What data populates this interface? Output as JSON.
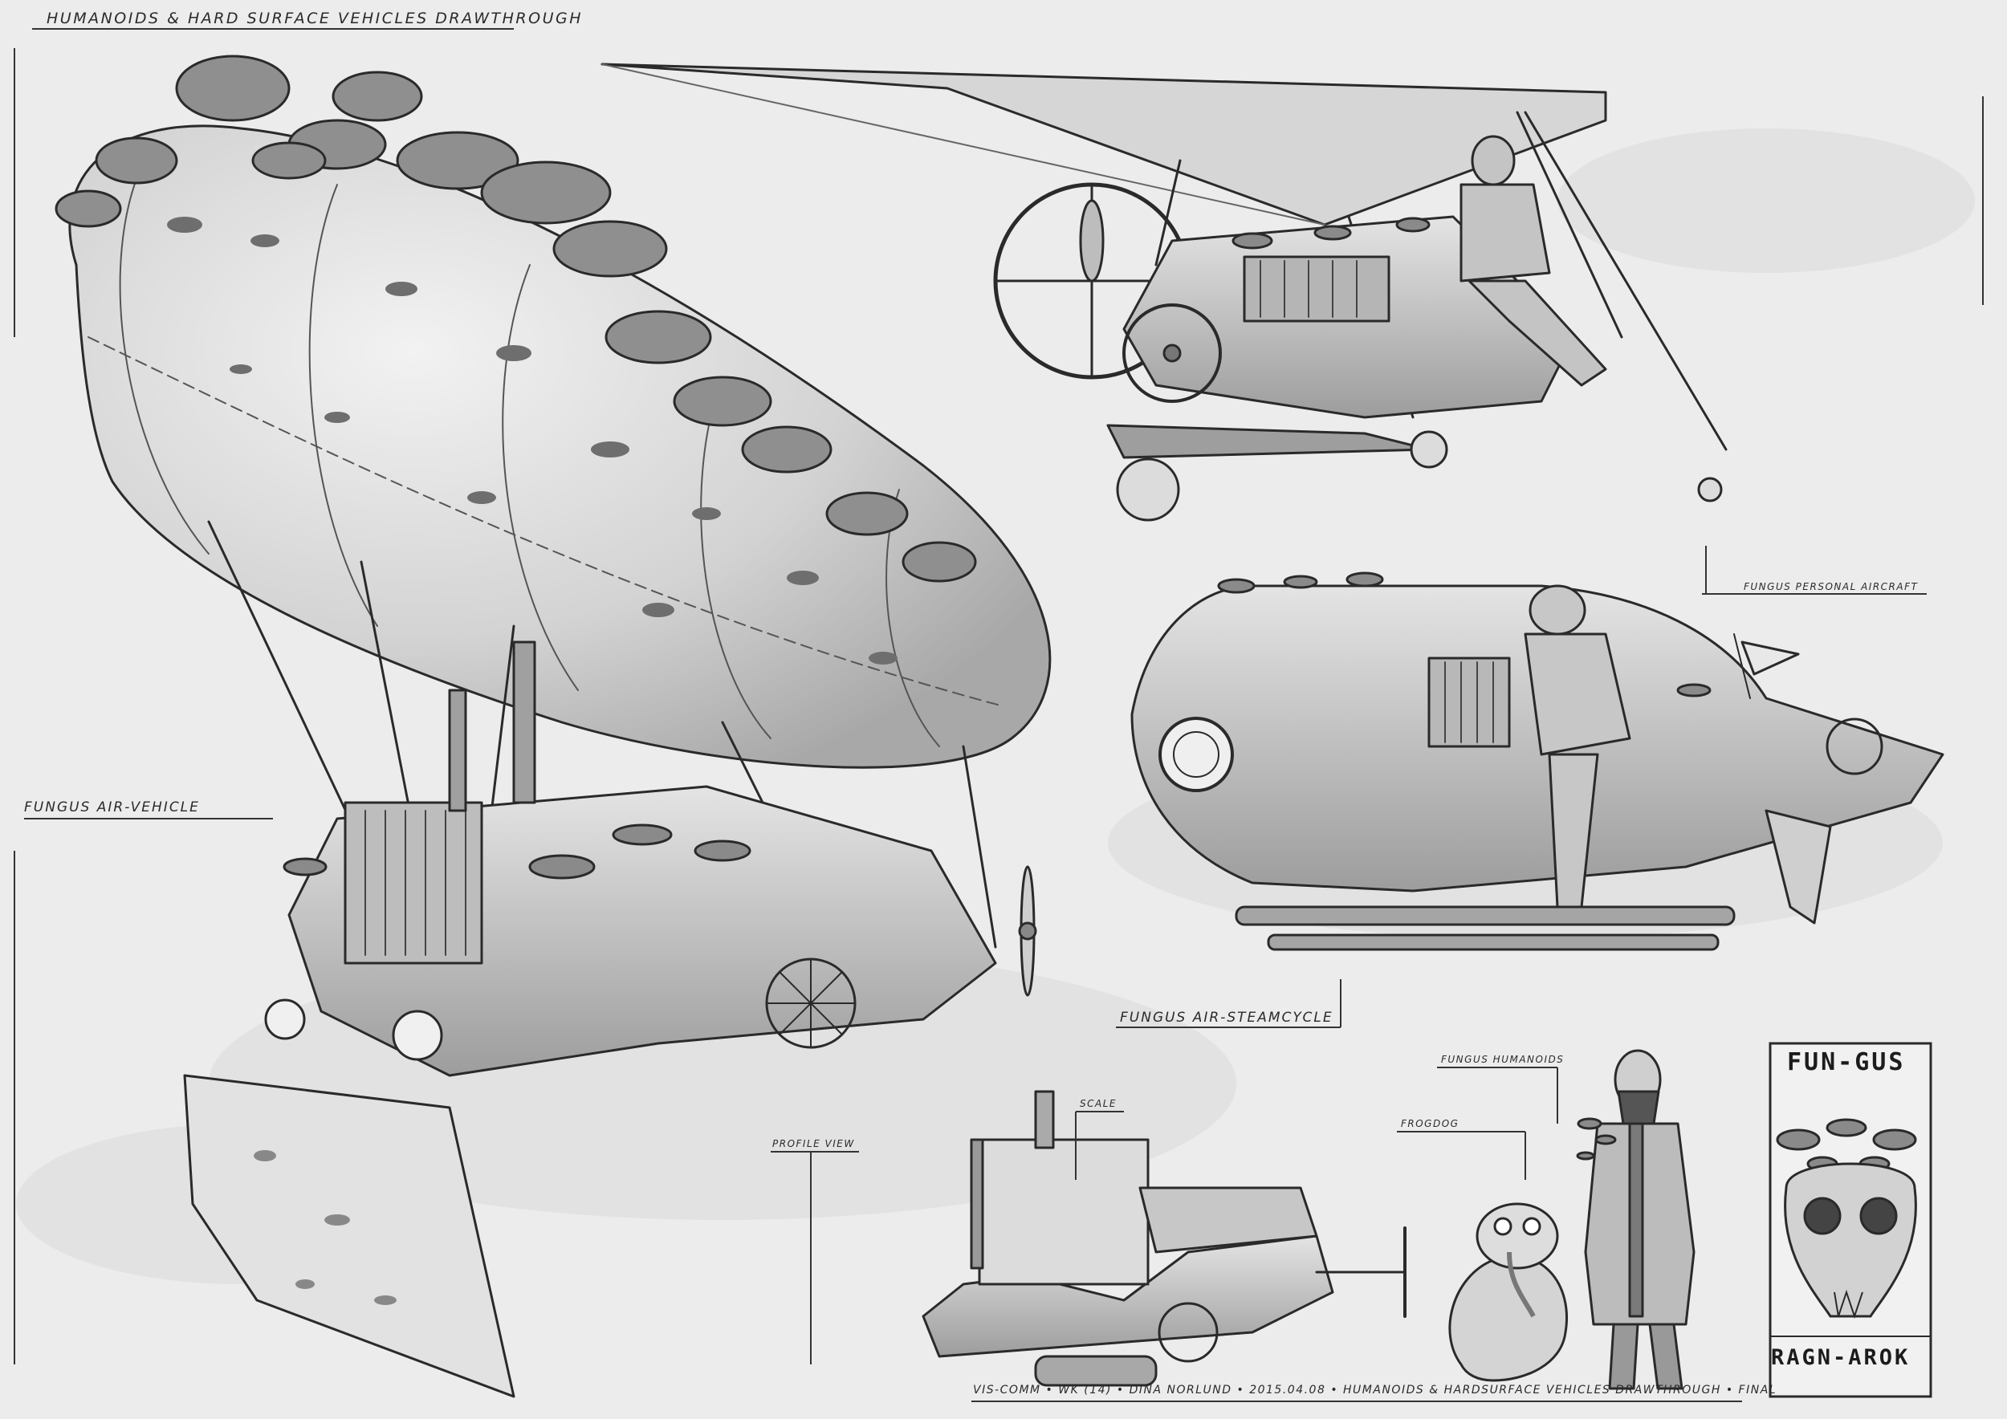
{
  "labels": {
    "sheet_title": "Humanoids & Hard surface vehicles Drawthrough",
    "air_vehicle": "Fungus Air-Vehicle",
    "personal_aircraft": "Fungus personal aircraft",
    "air_steamcycle": "Fungus Air-Steamcycle",
    "profile_view": "Profile view",
    "scale": "Scale",
    "frogdog": "Frogdog",
    "fungus_humanoids": "Fungus Humanoids"
  },
  "poster": {
    "top_text": "FUN-GUS",
    "bottom_text": "RAGN-AROK"
  },
  "footer": {
    "credit": "Vis-Comm • wk (14) • Dina Norlund • 2015.04.08 • Humanoids & Hardsurface vehicles Drawthrough • Final"
  },
  "colors": {
    "paper": "#ececec",
    "ink": "#2a2a2a",
    "shade_light": "#d9d9d9",
    "shade_mid": "#a9a9a9",
    "shade_dark": "#6e6e6e"
  }
}
